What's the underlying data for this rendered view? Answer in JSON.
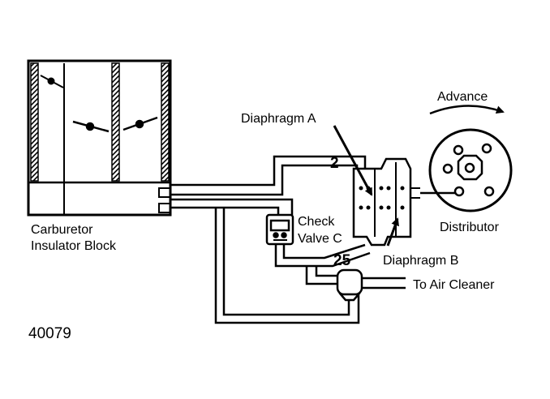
{
  "labels": {
    "carburetor_line1": "Carburetor",
    "carburetor_line2": "Insulator Block",
    "diaphragm_a": "Diaphragm A",
    "diaphragm_b": "Diaphragm B",
    "check_line1": "Check",
    "check_line2": "Valve C",
    "advance": "Advance",
    "distributor": "Distributor",
    "air_cleaner": "To Air Cleaner",
    "port_2": "2",
    "port_25": "25",
    "figure_number": "40079"
  },
  "colors": {
    "ink": "#000000",
    "paper": "#ffffff"
  }
}
